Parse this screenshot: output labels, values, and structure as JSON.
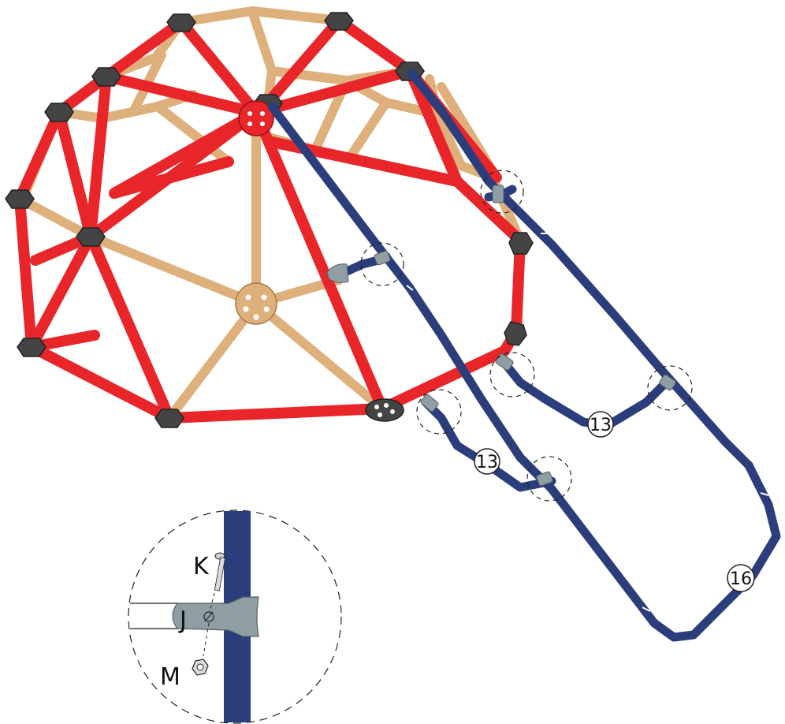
{
  "callouts": {
    "rung_upper": "13",
    "rung_lower": "13",
    "ladder_frame": "16"
  },
  "detail": {
    "bolt_label": "K",
    "bracket_label": "J",
    "nut_label": "M"
  },
  "colors": {
    "red_bar": "#e8262a",
    "tan_bar": "#deb07c",
    "blue_ladder": "#2b3d7a",
    "connector_gray": "#8f9ea3",
    "hub_dark": "#444444"
  }
}
